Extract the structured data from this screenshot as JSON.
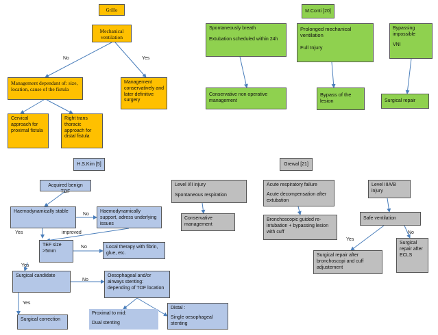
{
  "grillo": {
    "title": "Grillo",
    "mv": "Mechanical ventilation",
    "no": "No",
    "yes": "Yes",
    "mgmt_dependant": "Management dependant of: size, location, cause of the fistula",
    "mgmt_conservative": "Management conservatively and later definitive surgery",
    "cervical": "Cervical approach for proximal fistula",
    "right_trans": "Right trans thoracic approach for distal fistula"
  },
  "conti": {
    "title": "M.Conti [20]",
    "spont_line1": "Spontaneously breath",
    "spont_line2": "Extubation scheduled within 24h",
    "prolonged_line1": "Prolonged mechanical ventilation",
    "prolonged_line2": "Full Injury",
    "bypass_line1": "Bypassing impossible",
    "bypass_line2": "VNI",
    "conservative": "Conservative non operative management",
    "bypass_lesion": "Bypass of the lesion",
    "surgical_repair": "Surgical repair"
  },
  "kim": {
    "title": "H.S.Kim [5]",
    "acquired": "Acquired benign TOF",
    "haemo_stable": "Haemodynamically stable",
    "haemo_support": "Haemodynamically support, adress underlying issues",
    "no1": "No",
    "improved": "improved",
    "yes1": "Yes",
    "tef_size": "TEF size >5mm",
    "no2": "No",
    "local_therapy": "Local therapy with fibrin, glue, etc.",
    "yes2": "Yes",
    "surgical_candidate": "Surgical candidate",
    "no3": "No",
    "stenting": "Oesophageal and/or airways stenting: depending of TOF location",
    "yes3": "Yes",
    "surgical_correction": "Surgical correction",
    "proximal_line1": "Proximal to mid:",
    "proximal_line2": "Dual stenting",
    "distal_line1": "Distal :",
    "distal_line2": "Single oesophageal stenting"
  },
  "grewal": {
    "title": "Grewal [21]",
    "level12_line1": "Level I/II injury",
    "level12_line2": "Spontaneous respiration",
    "conservative": "Conservative management",
    "acute_line1": "Acute respiratory failure",
    "acute_line2": "Acute decompensation after extubation",
    "bronchoscopic": "Bronchoscopic guided re-intubation + bypassing lesion with cuff",
    "level3": "Level IIIA/B injury",
    "safe_vent": "Safe ventilation",
    "yes": "Yes",
    "no": "No",
    "surgical_after_bronch": "Surgical repair after bronchoscopi and cuff adjustement",
    "surgical_after_ecls": "Surgical repair after ECLS"
  }
}
